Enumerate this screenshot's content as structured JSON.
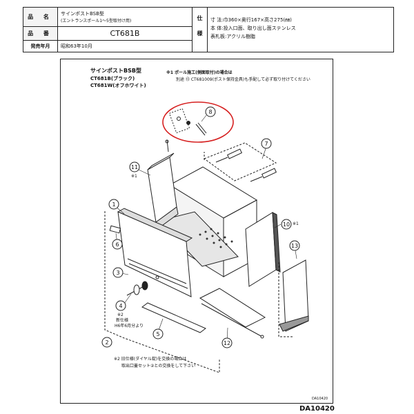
{
  "header": {
    "product_name_label": "品 名",
    "product_name_line1": "サインポストBSB型",
    "product_name_line2": "(エントランスポール1～5型取付け用)",
    "product_code_label": "品 番",
    "product_code": "CT681B",
    "release_label": "発売年月",
    "release_date": "昭和63年10月",
    "spec_label": "仕様",
    "spec_size": "寸 法:巾360×奥行167×高さ275(㎜)",
    "spec_body": "本 体:投入口面、取り出し面ステンレス",
    "spec_display": "表札板:アクリル樹脂"
  },
  "drawing": {
    "title": "サインポストBSB型",
    "model_black": "CT681B(ブラック)",
    "model_white": "CT681W(オフホワイト)",
    "note1_line1": "※1 ポール施工(側面取付)の場合は",
    "note1_line2": "別途 ⑬ CT681009(ポスト保持金具)も手配して必ず取り付けてください",
    "note2_line1": "※2",
    "note2_line2": "新仕様",
    "note2_line3": "H6年6月分より",
    "note3_line1": "※2 旧仕様(ダイヤル錠)を交換の場合は",
    "note3_line2": "取出口蓋セット②との交換をして下さい",
    "small_code": "DA10420",
    "part_numbers": [
      "1",
      "2",
      "3",
      "4",
      "5",
      "6",
      "7",
      "8",
      "10",
      "11",
      "12",
      "13"
    ],
    "mark_star1": "※1"
  },
  "footer": {
    "doc_code": "DA10420"
  }
}
